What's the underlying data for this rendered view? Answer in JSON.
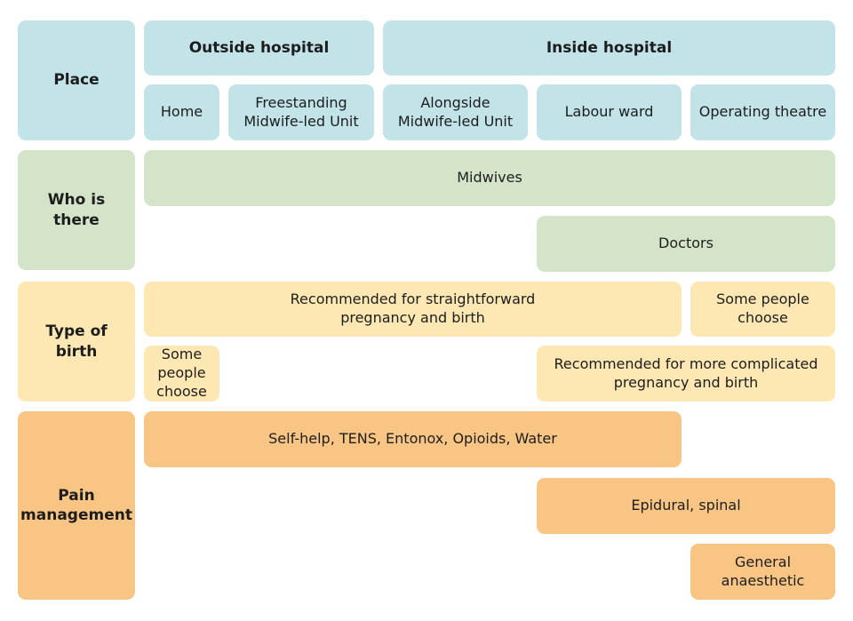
{
  "row_labels": {
    "place": "Place",
    "who": "Who is there",
    "type": "Type of birth",
    "pain": "Pain\nmanagement"
  },
  "place": {
    "outside_header": "Outside hospital",
    "inside_header": "Inside hospital",
    "home": "Home",
    "freestanding": "Freestanding\nMidwife-led Unit",
    "alongside": "Alongside\nMidwife-led Unit",
    "labour_ward": "Labour ward",
    "operating_theatre": "Operating theatre"
  },
  "who": {
    "midwives": "Midwives",
    "doctors": "Doctors"
  },
  "type_of_birth": {
    "straightforward": "Recommended for straightforward\npregnancy and birth",
    "some_people_choose_right": "Some people\nchoose",
    "some_people_choose_left": "Some\npeople\nchoose",
    "complicated": "Recommended for more complicated\npregnancy and birth"
  },
  "pain": {
    "self_help": "Self-help, TENS, Entonox, Opioids, Water",
    "epidural": "Epidural, spinal",
    "general": "General\nanaesthetic"
  },
  "colors": {
    "place": "#c2e3e8",
    "who": "#d4e4c8",
    "type": "#fde8b3",
    "pain": "#f9c585"
  }
}
